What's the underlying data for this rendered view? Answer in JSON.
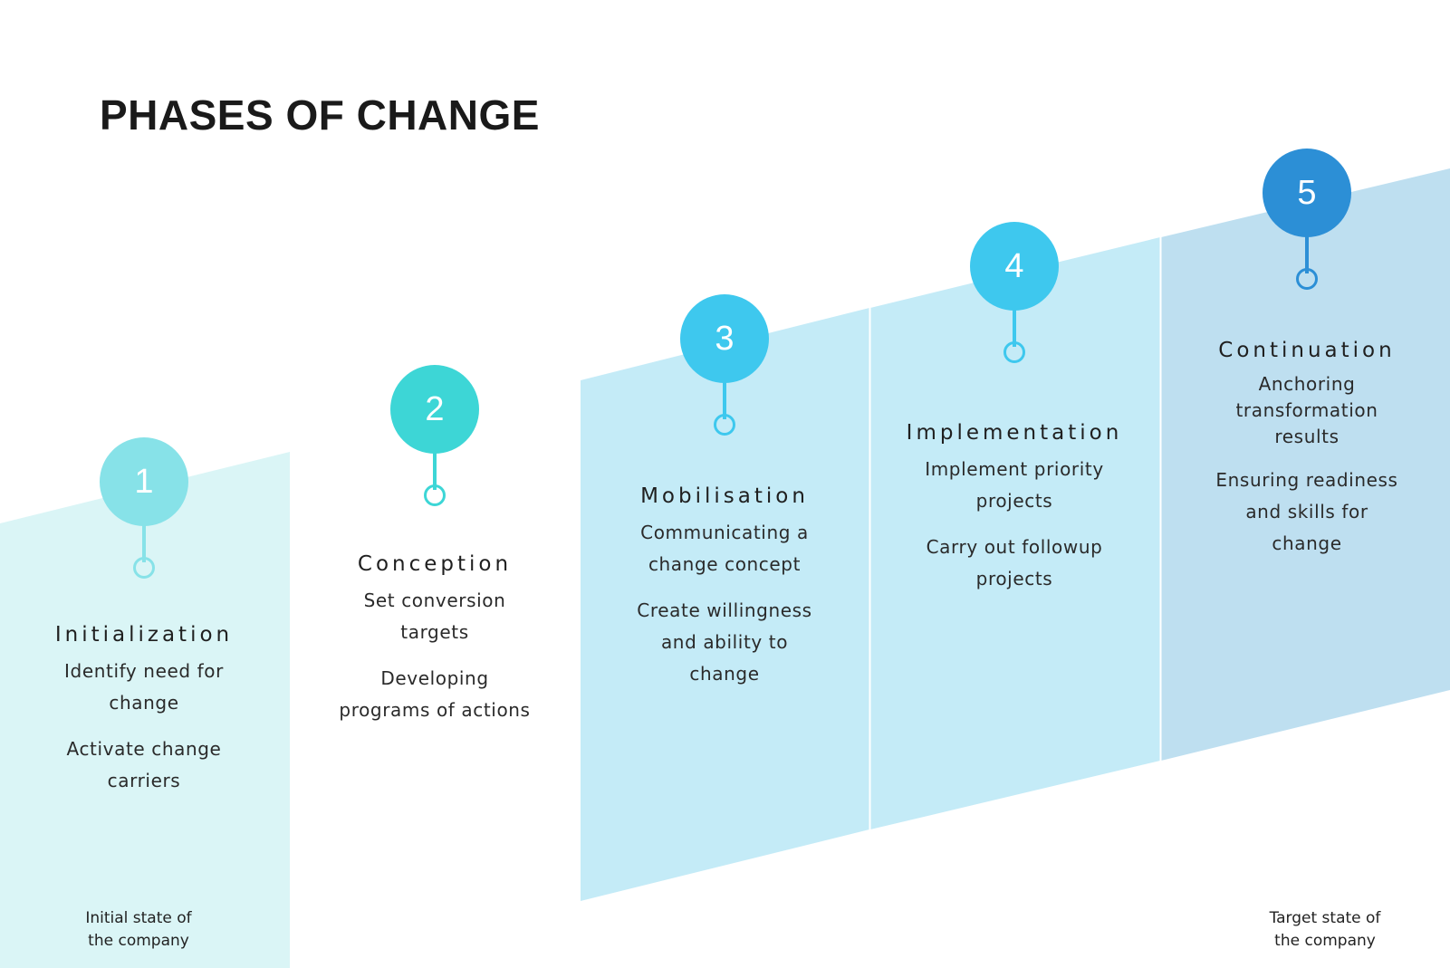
{
  "title": "PHASES OF CHANGE",
  "colors": {
    "band_1": "#daf5f6",
    "band_3": "#c4ebf7",
    "band_4": "#c4ebf7",
    "band_5": "#bedff0",
    "accent_1": "#87e2e8",
    "accent_2": "#3dd6d6",
    "accent_3": "#3ec8ee",
    "accent_4": "#3ec8ee",
    "accent_5": "#2c8fd6"
  },
  "phases": [
    {
      "number": "1",
      "name": "Initialization",
      "lines_a": [
        "Identify need for",
        "change"
      ],
      "lines_b": [
        "Activate change",
        "carriers"
      ]
    },
    {
      "number": "2",
      "name": "Conception",
      "lines_a": [
        "Set conversion",
        "targets"
      ],
      "lines_b": [
        "Developing",
        "programs of actions"
      ]
    },
    {
      "number": "3",
      "name": "Mobilisation",
      "lines_a": [
        "Communicating a",
        "change concept"
      ],
      "lines_b": [
        "Create willingness",
        "and ability to",
        "change"
      ]
    },
    {
      "number": "4",
      "name": "Implementation",
      "lines_a": [
        "Implement priority",
        "projects"
      ],
      "lines_b": [
        "Carry out followup",
        "projects"
      ]
    },
    {
      "number": "5",
      "name": "Continuation",
      "lines_a": [
        "Anchoring",
        "transformation",
        "results"
      ],
      "lines_b": [
        "Ensuring readiness",
        "and skills for",
        "change"
      ]
    }
  ],
  "initial_state": [
    "Initial state of",
    "the company"
  ],
  "target_state": [
    "Target state of",
    "the company"
  ]
}
